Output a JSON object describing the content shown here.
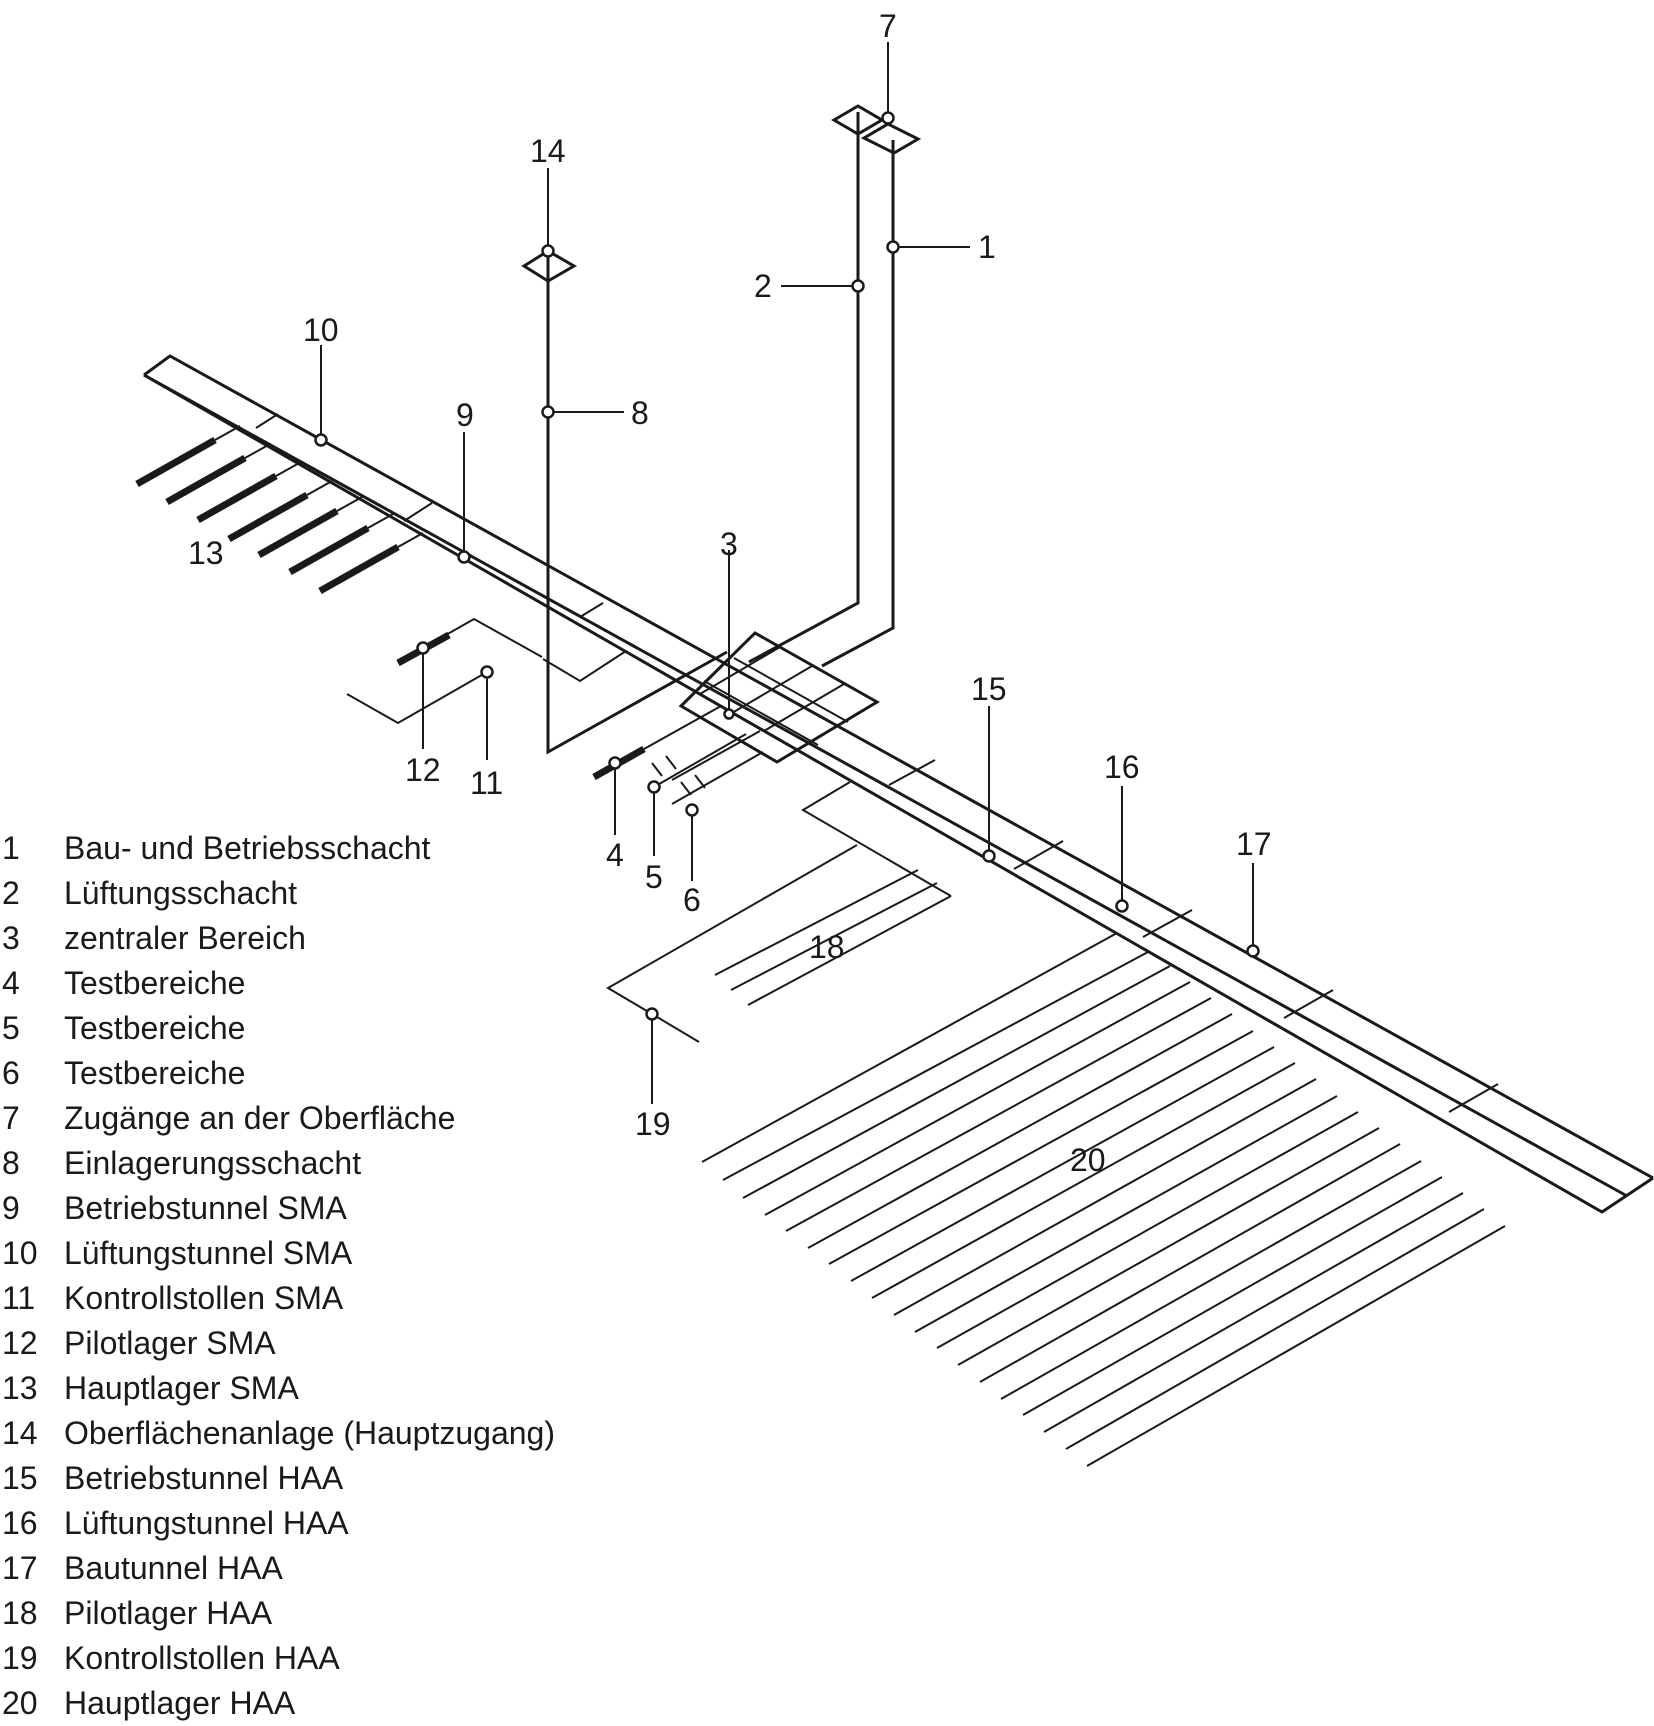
{
  "diagram": {
    "callouts": {
      "c1": "1",
      "c2": "2",
      "c3": "3",
      "c4": "4",
      "c5": "5",
      "c6": "6",
      "c7": "7",
      "c8": "8",
      "c9": "9",
      "c10": "10",
      "c11": "11",
      "c12": "12",
      "c13": "13",
      "c14": "14",
      "c15": "15",
      "c16": "16",
      "c17": "17",
      "c18": "18",
      "c19": "19",
      "c20": "20"
    }
  },
  "legend": {
    "items": [
      {
        "num": "1",
        "text": "Bau- und Betriebsschacht"
      },
      {
        "num": "2",
        "text": "Lüftungsschacht"
      },
      {
        "num": "3",
        "text": "zentraler Bereich"
      },
      {
        "num": "4",
        "text": "Testbereiche"
      },
      {
        "num": "5",
        "text": "Testbereiche"
      },
      {
        "num": "6",
        "text": "Testbereiche"
      },
      {
        "num": "7",
        "text": "Zugänge an der Oberfläche"
      },
      {
        "num": "8",
        "text": "Einlagerungsschacht"
      },
      {
        "num": "9",
        "text": "Betriebstunnel SMA"
      },
      {
        "num": "10",
        "text": "Lüftungstunnel SMA"
      },
      {
        "num": "11",
        "text": "Kontrollstollen SMA"
      },
      {
        "num": "12",
        "text": "Pilotlager SMA"
      },
      {
        "num": "13",
        "text": "Hauptlager SMA"
      },
      {
        "num": "14",
        "text": "Oberflächenanlage (Hauptzugang)"
      },
      {
        "num": "15",
        "text": "Betriebstunnel HAA"
      },
      {
        "num": "16",
        "text": "Lüftungstunnel HAA"
      },
      {
        "num": "17",
        "text": "Bautunnel HAA"
      },
      {
        "num": "18",
        "text": "Pilotlager HAA"
      },
      {
        "num": "19",
        "text": "Kontrollstollen HAA"
      },
      {
        "num": "20",
        "text": "Hauptlager HAA"
      }
    ]
  }
}
